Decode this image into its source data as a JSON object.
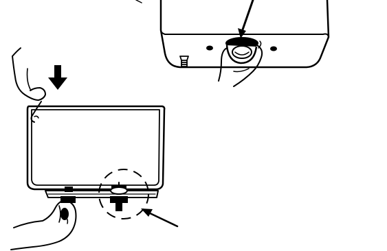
{
  "figure": {
    "type": "installation-illustration",
    "colors": {
      "ink": "#000000",
      "paper": "#ffffff"
    },
    "panels": [
      {
        "name": "tank-bottom-closeup",
        "parts": [
          "tank-underside",
          "flush-valve-nut",
          "bolt-holes",
          "tank-bolt",
          "hand-holding-nut",
          "pointer-arrow"
        ]
      },
      {
        "name": "tank-lowering",
        "parts": [
          "toilet-tank",
          "down-arrow",
          "left-hand",
          "lower-hand",
          "mounting-bolt-nut",
          "detail-circle",
          "callout-arrow"
        ]
      }
    ]
  }
}
